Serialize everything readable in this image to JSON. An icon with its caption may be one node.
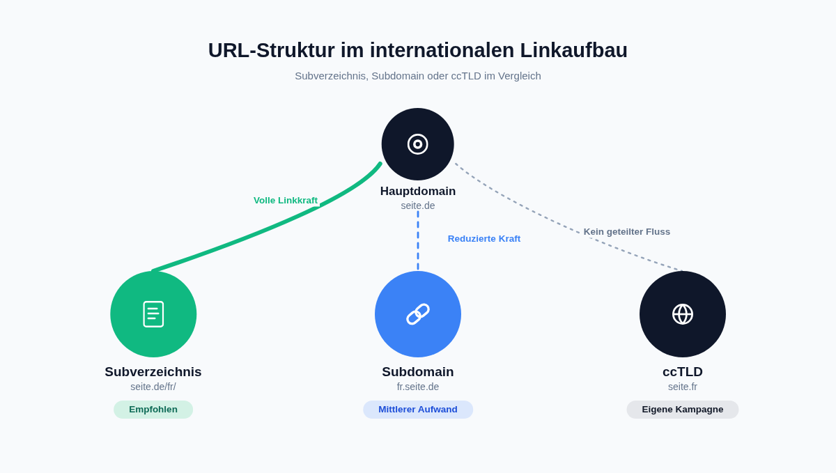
{
  "diagram": {
    "title": "URL-Struktur im internationalen Linkaufbau",
    "nodes": [
      {
        "text": [
          "Hauptdomain",
          "seite.de"
        ]
      },
      {
        "text": [
          "Subverzeichnis",
          "seite.de/fr/"
        ]
      },
      {
        "text": [
          "Subdomain",
          "fr.seite.de"
        ]
      },
      {
        "text": [
          "ccTLD",
          "seite.fr"
        ]
      },
      {
        "text": [
          "Empfohlen"
        ]
      },
      {
        "text": [
          "Mittlerer Aufwand"
        ]
      },
      {
        "text": [
          "Eigene Kampagne"
        ]
      }
    ],
    "edges": [
      {
        "from": 0,
        "to": 1,
        "arrow": "none",
        "label": "Volle Linkkraft",
        "style": "thick",
        "color": "#10b981"
      },
      {
        "from": 0,
        "to": 2,
        "arrow": "none",
        "label": "Reduzierte Kraft",
        "style": "dashed",
        "color": "#3b82f6"
      },
      {
        "from": 0,
        "to": 3,
        "arrow": "none",
        "label": "Kein geteilter Fluss",
        "style": "dashed",
        "color": "#94a3b8"
      }
    ],
    "labels": [
      "Subverzeichnis, Subdomain oder ccTLD im Vergleich"
    ]
  }
}
